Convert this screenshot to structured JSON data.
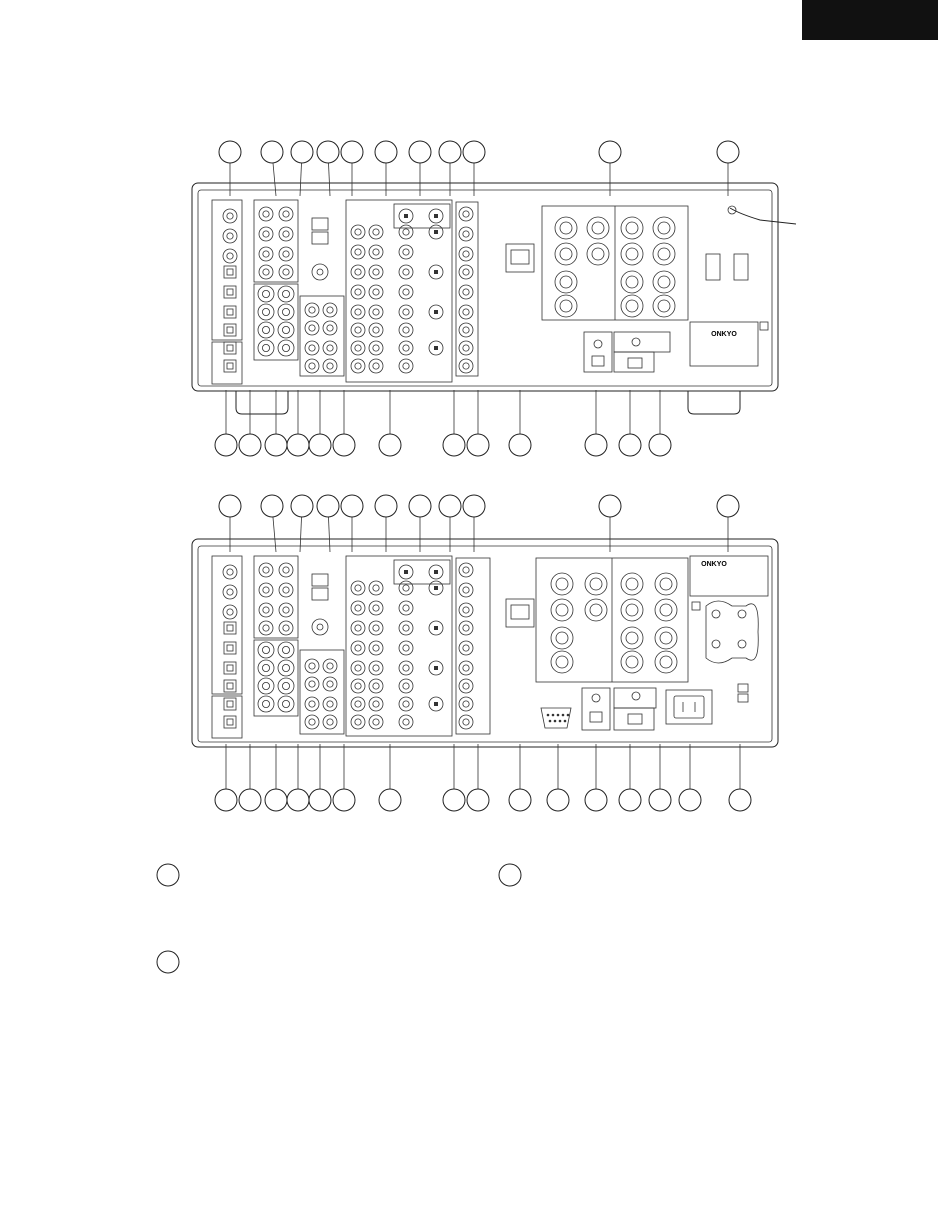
{
  "header": {
    "tab_color": "#111111"
  },
  "panels": [
    {
      "name": "upper",
      "brand_label": "ONKYO"
    },
    {
      "name": "lower",
      "brand_label": "ONKYO"
    }
  ],
  "legend": {
    "callouts": [
      "",
      "",
      ""
    ]
  },
  "colors": {
    "ink": "#222222",
    "paper": "#ffffff"
  }
}
